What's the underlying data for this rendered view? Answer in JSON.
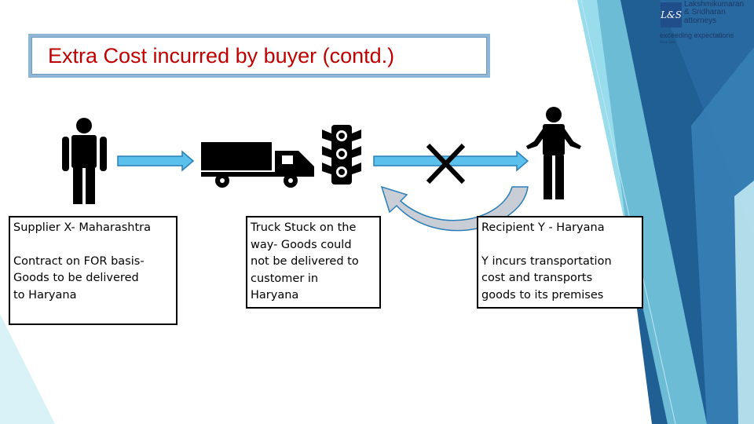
{
  "title": "Extra Cost incurred by buyer (contd.)",
  "logo": {
    "name_line1": "Lakshmikumaran",
    "name_line2": "& Sridharan",
    "name_line3": "attorneys",
    "tagline": "exceeding expectations",
    "since": "Since 1985"
  },
  "boxes": {
    "supplier": {
      "line1": "Supplier X- Maharashtra",
      "line2": "Contract on FOR basis-\nGoods to be delivered\nto Haryana"
    },
    "truck": {
      "text": "Truck Stuck on the\nway- Goods could\nnot be delivered to\ncustomer in\nHaryana"
    },
    "recipient": {
      "line1": "Recipient Y - Haryana",
      "line2": "Y incurs transportation\ncost and transports\ngoods to its premises"
    }
  },
  "icons": [
    "person-icon",
    "arrow-icon",
    "truck-icon",
    "traffic-light-icon",
    "cross-icon",
    "shrugging-person-icon",
    "curved-return-arrow-icon"
  ],
  "colors": {
    "title_text": "#c00000",
    "arrow_fill": "#5bc0eb",
    "deco_blue": "#1f6fa8"
  }
}
